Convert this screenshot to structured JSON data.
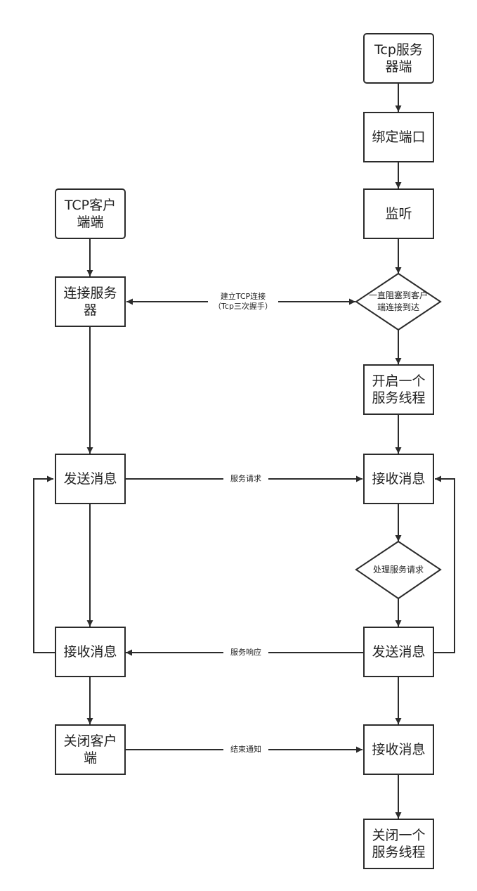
{
  "server": {
    "start": "Tcp服务\n器端",
    "bind": "绑定端口",
    "listen": "监听",
    "block_wait": "一直阻塞到客户\n端连接到达",
    "open_thread": "开启一个\n服务线程",
    "recv1": "接收消息",
    "process": "处理服务请求",
    "send": "发送消息",
    "recv2": "接收消息",
    "close_thread": "关闭一个\n服务线程"
  },
  "client": {
    "start": "TCP客户\n端端",
    "connect": "连接服务\n器",
    "send": "发送消息",
    "recv": "接收消息",
    "close": "关闭客户\n端"
  },
  "edges": {
    "handshake": "建立TCP连接\n（Tcp三次握手）",
    "request": "服务请求",
    "response": "服务响应",
    "end_notice": "结束通知"
  },
  "colors": {
    "stroke": "#2b2b2b",
    "text": "#222222",
    "background": "#ffffff"
  }
}
